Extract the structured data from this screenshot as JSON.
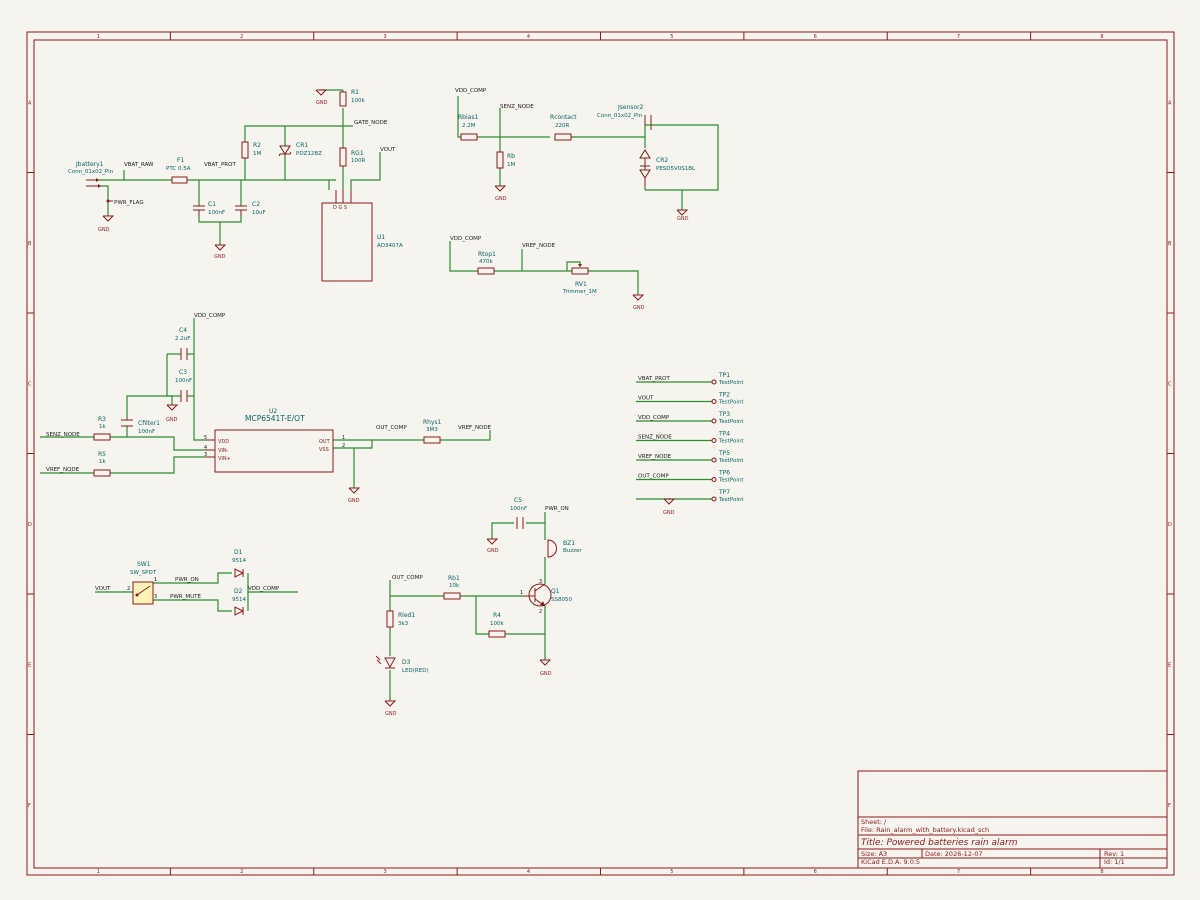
{
  "title_block": {
    "sheet": "Sheet: /",
    "file": "File: Rain_alarm_with_battery.kicad_sch",
    "title": "Title: Powered batteries rain alarm",
    "size": "Size: A3",
    "date": "Date: 2026-12-07",
    "rev": "Rev: 1",
    "tool": "KiCad E.D.A. 9.0.5",
    "id": "Id: 1/1"
  },
  "grid": {
    "cols": [
      "1",
      "2",
      "3",
      "4",
      "5",
      "6",
      "7",
      "8"
    ],
    "rows": [
      "A",
      "B",
      "C",
      "D",
      "E",
      "F"
    ]
  },
  "components": {
    "j1": {
      "ref": "Jbattery1",
      "value": "Conn_01x02_Pin"
    },
    "f1": {
      "ref": "F1",
      "value": "PTC 0.5A"
    },
    "r2": {
      "ref": "R2",
      "value": "1M"
    },
    "cr1": {
      "ref": "CR1",
      "value": "PDZ12BZ"
    },
    "r1": {
      "ref": "R1",
      "value": "100k"
    },
    "rg1": {
      "ref": "RG1",
      "value": "100R"
    },
    "c1": {
      "ref": "C1",
      "value": "100nF"
    },
    "c2": {
      "ref": "C2",
      "value": "10uF"
    },
    "u1": {
      "ref": "U1",
      "value": "AO3407A"
    },
    "rbias1": {
      "ref": "Rbias1",
      "value": "2.2M"
    },
    "rb": {
      "ref": "Rb",
      "value": "1M"
    },
    "rcontact": {
      "ref": "Rcontact",
      "value": "220R"
    },
    "j2": {
      "ref": "Jsensor2",
      "value": "Conn_01x02_Pin"
    },
    "cr2": {
      "ref": "CR2",
      "value": "PESD5V0S1BL"
    },
    "rtop1": {
      "ref": "Rtop1",
      "value": "470k"
    },
    "rv1": {
      "ref": "RV1",
      "value": "Trimmer_1M"
    },
    "c4": {
      "ref": "C4",
      "value": "2.2uF"
    },
    "c3": {
      "ref": "C3",
      "value": "100nF"
    },
    "cfilter1": {
      "ref": "Cfilter1",
      "value": "100nF"
    },
    "r3": {
      "ref": "R3",
      "value": "1k"
    },
    "r5": {
      "ref": "R5",
      "value": "1k"
    },
    "u2": {
      "ref": "U2",
      "value": "MCP6541T-E/OT"
    },
    "rhys1": {
      "ref": "Rhys1",
      "value": "3M3"
    },
    "sw1": {
      "ref": "SW1",
      "value": "SW_SPDT"
    },
    "d1": {
      "ref": "D1",
      "value": "9514"
    },
    "d2": {
      "ref": "D2",
      "value": "9514"
    },
    "c5": {
      "ref": "C5",
      "value": "100nF"
    },
    "bz1": {
      "ref": "BZ1",
      "value": "Buzzer"
    },
    "rb1": {
      "ref": "Rb1",
      "value": "10k"
    },
    "rled1": {
      "ref": "Rled1",
      "value": "3k3"
    },
    "d3": {
      "ref": "D3",
      "value": "LED(RED)"
    },
    "r4": {
      "ref": "R4",
      "value": "100k"
    },
    "q1": {
      "ref": "Q1",
      "value": "SS8050"
    }
  },
  "u2_pins": {
    "vdd": "VDD",
    "vinm": "VIN-",
    "vinp": "VIN+",
    "out": "OUT",
    "vss": "VSS"
  },
  "nets": {
    "vbat_raw": "VBAT_RAW",
    "vbat_prot": "VBAT_PROT",
    "gate_node": "GATE_NODE",
    "vout": "VOUT",
    "vdd_comp": "VDD_COMP",
    "senz_node": "SENZ_NODE",
    "vref_node": "VREF_NODE",
    "out_comp": "OUT_COMP",
    "pwr_on": "PWR_ON",
    "pwr_mute": "PWR_MUTE",
    "pwr_flag": "PWR_FLAG",
    "gnd": "GND"
  },
  "test_points": [
    {
      "net": "VBAT_PROT",
      "ref": "TP1",
      "value": "TestPoint"
    },
    {
      "net": "VOUT",
      "ref": "TP2",
      "value": "TestPoint"
    },
    {
      "net": "VDD_COMP",
      "ref": "TP3",
      "value": "TestPoint"
    },
    {
      "net": "SENZ_NODE",
      "ref": "TP4",
      "value": "TestPoint"
    },
    {
      "net": "VREF_NODE",
      "ref": "TP5",
      "value": "TestPoint"
    },
    {
      "net": "OUT_COMP",
      "ref": "TP6",
      "value": "TestPoint"
    },
    {
      "net": "",
      "ref": "TP7",
      "value": "TestPoint"
    }
  ]
}
